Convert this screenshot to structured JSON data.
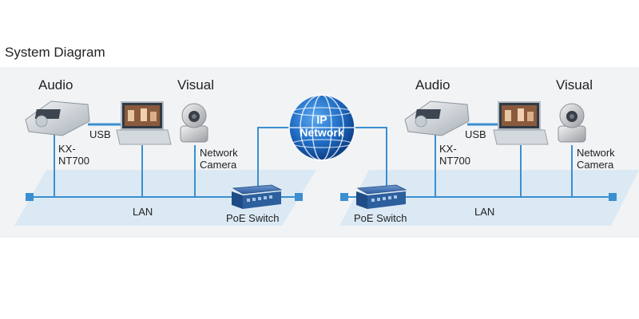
{
  "title": "System Diagram",
  "left": {
    "audio": "Audio",
    "visual": "Visual",
    "usb": "USB",
    "phone_line1": "KX-",
    "phone_line2": "NT700",
    "camera_line1": "Network",
    "camera_line2": "Camera",
    "lan": "LAN",
    "switch": "PoE Switch"
  },
  "right": {
    "audio": "Audio",
    "visual": "Visual",
    "usb": "USB",
    "phone_line1": "KX-",
    "phone_line2": "NT700",
    "camera_line1": "Network",
    "camera_line2": "Camera",
    "lan": "LAN",
    "switch": "PoE Switch"
  },
  "network": {
    "line1": "IP",
    "line2": "Network"
  },
  "colors": {
    "line": "#3b8fd0",
    "panel": "#f1f3f5",
    "lan_plane": "#dbe9f4",
    "globe": "#1a5fb4",
    "switch": "#2f64a8"
  }
}
